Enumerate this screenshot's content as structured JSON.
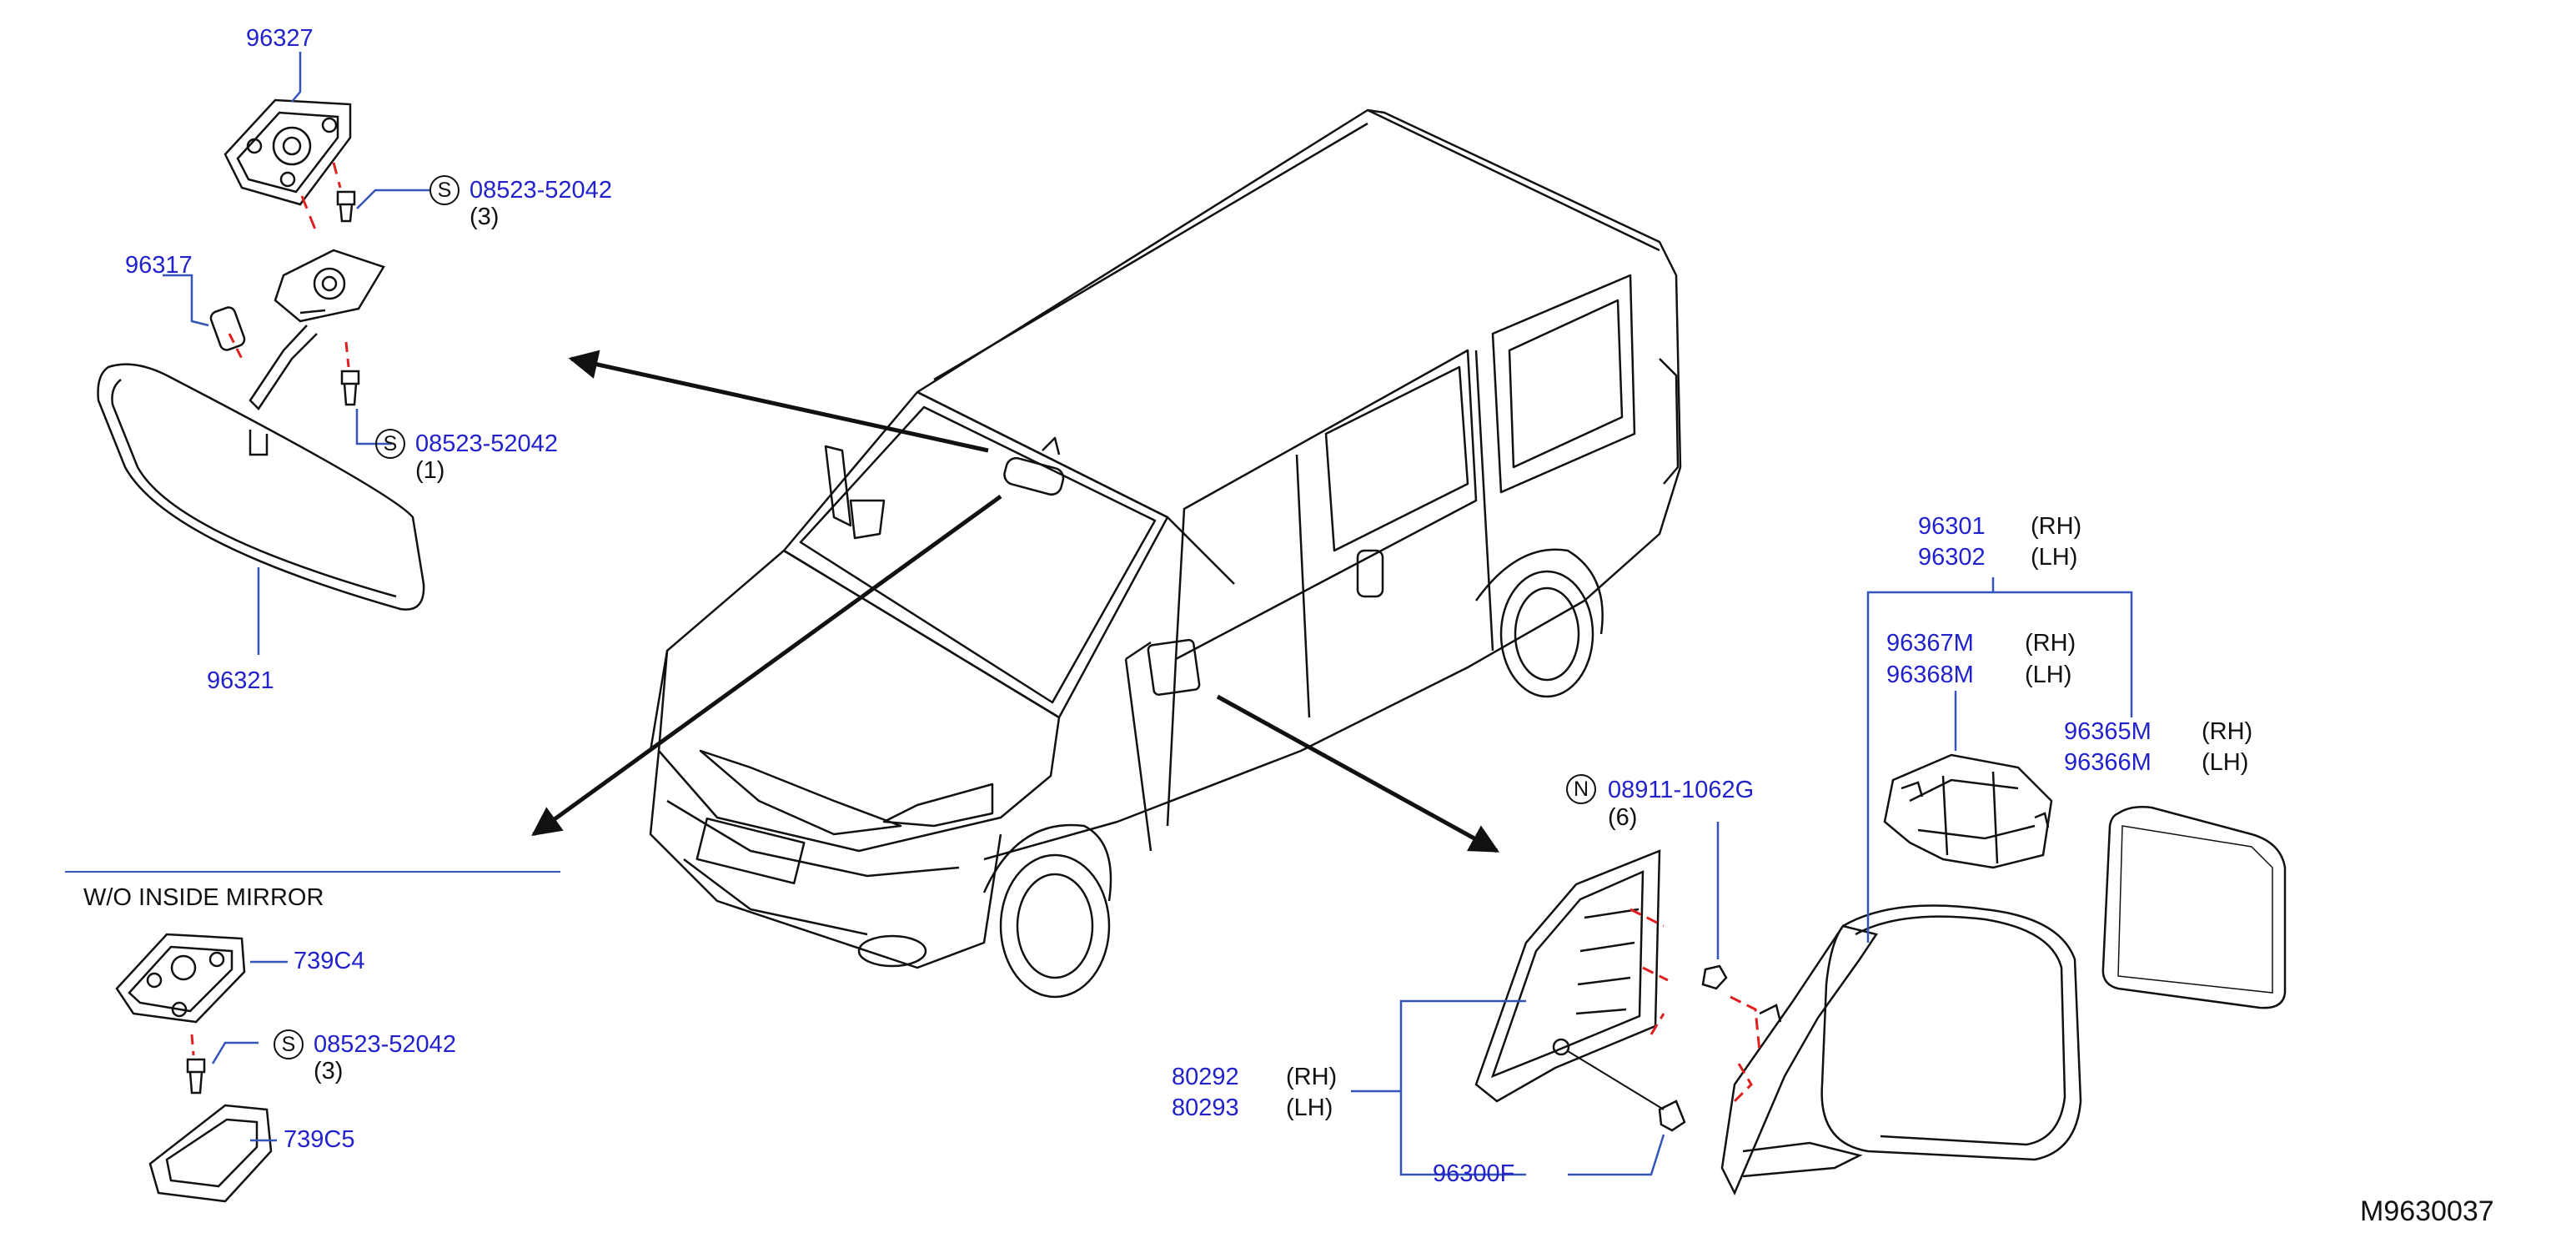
{
  "colors": {
    "line": "#111111",
    "leader": "#2255bb",
    "part_number": "#2222cc",
    "center_mark": "#e02020"
  },
  "inside_mirror": {
    "base_part": "96327",
    "screw_a": {
      "symbol": "S",
      "part": "08523-52042",
      "qty": "(3)"
    },
    "cover_part": "96317",
    "screw_b": {
      "symbol": "S",
      "part": "08523-52042",
      "qty": "(1)"
    },
    "mirror_part": "96321"
  },
  "without_mirror": {
    "heading": "W/O   INSIDE   MIRROR",
    "upper_part": "739C4",
    "screw": {
      "symbol": "S",
      "part": "08523-52042",
      "qty": "(3)"
    },
    "lower_part": "739C5"
  },
  "door_mirror": {
    "assembly_rh": "96301",
    "assembly_lh": "96302",
    "rh": "(RH)",
    "lh": "(LH)",
    "actuator_rh": "96367M",
    "actuator_lh": "96368M",
    "glass_rh": "96365M",
    "glass_lh": "96366M",
    "nut": {
      "symbol": "N",
      "part": "08911-1062G",
      "qty": "(6)"
    },
    "finisher_rh": "80292",
    "finisher_lh": "80293",
    "grommet_part": "96300F"
  },
  "figure_ref": "M9630037"
}
